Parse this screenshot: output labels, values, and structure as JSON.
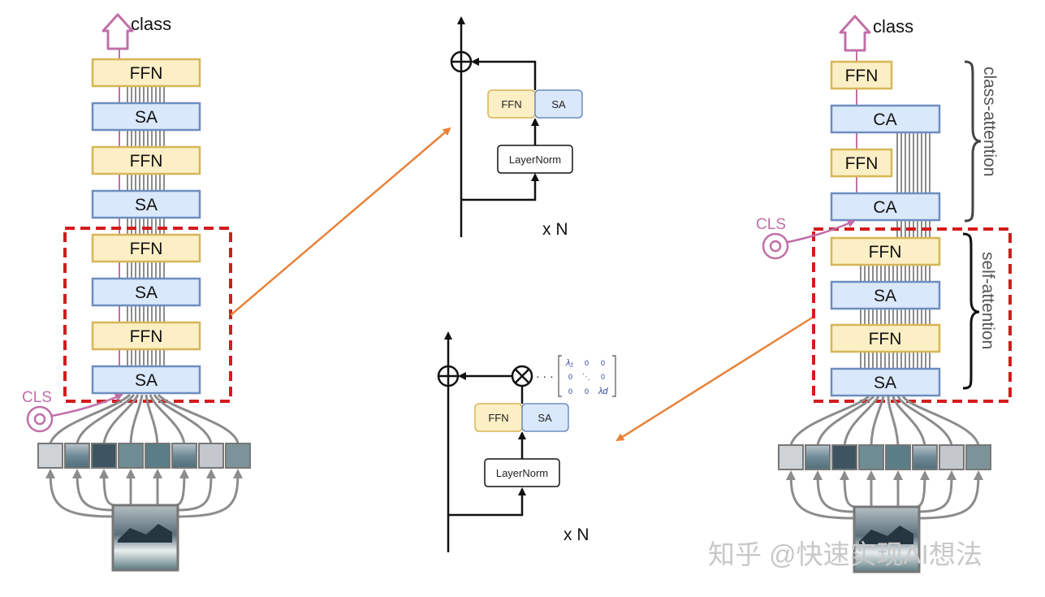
{
  "left_panel": {
    "output_label": "class",
    "cls_label": "CLS",
    "blocks": [
      "FFN",
      "SA",
      "FFN",
      "SA",
      "FFN",
      "SA",
      "FFN",
      "SA"
    ],
    "patch_count": 8
  },
  "top_detail": {
    "blocks": [
      "FFN",
      "SA"
    ],
    "norm_label": "LayerNorm",
    "repeat_label": "x N"
  },
  "bottom_detail": {
    "blocks": [
      "FFN",
      "SA"
    ],
    "norm_label": "LayerNorm",
    "repeat_label": "x N",
    "dots": "· · ·",
    "matrix": {
      "row1": [
        "λ₁",
        "0",
        "0"
      ],
      "row2": [
        "0",
        "⋱",
        "0"
      ],
      "row3": [
        "0",
        "0",
        "λd"
      ]
    }
  },
  "right_panel": {
    "output_label": "class",
    "cls_label": "CLS",
    "blocks": [
      "FFN",
      "CA",
      "FFN",
      "CA",
      "FFN",
      "SA",
      "FFN",
      "SA"
    ],
    "section_labels": [
      "class-attention",
      "self-attention"
    ],
    "patch_count": 8
  },
  "watermark": "知乎 @快速实现AI想法",
  "colors": {
    "ffn_fill": "#fdefc5",
    "ffn_stroke": "#d6b656",
    "sa_fill": "#dae8fc",
    "sa_stroke": "#6c8ebf",
    "cls_color": "#c070a8",
    "highlight_red": "#d41c1c",
    "arrow_orange": "#e8823a",
    "line_gray": "#8c8c8c"
  }
}
